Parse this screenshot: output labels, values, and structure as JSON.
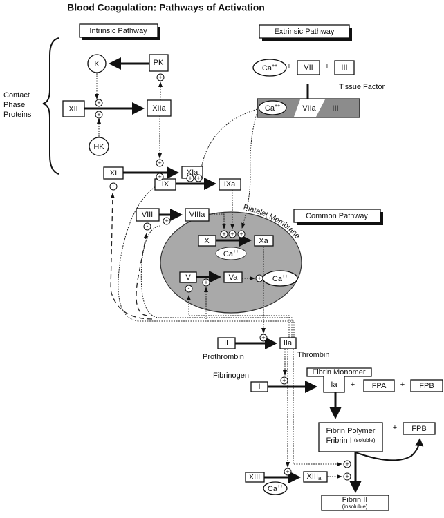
{
  "title": "Blood Coagulation: Pathways of Activation",
  "sections": {
    "intrinsic": "Intrinsic Pathway",
    "extrinsic": "Extrinsic Pathway",
    "common": "Common Pathway"
  },
  "contact_phase": [
    "Contact",
    "Phase",
    "Proteins"
  ],
  "factors": {
    "K": "K",
    "PK": "PK",
    "XII": "XII",
    "XIIa": "XIIa",
    "HK": "HK",
    "XI": "XI",
    "XIa": "XIa",
    "IX": "IX",
    "IXa": "IXa",
    "VIII": "VIII",
    "VIIIa": "VIIIa",
    "X": "X",
    "Xa": "Xa",
    "V": "V",
    "Va": "Va",
    "II": "II",
    "IIa": "IIa",
    "VII": "VII",
    "III": "III",
    "VIIa": "VIIa",
    "I": "I",
    "Ia": "Ia",
    "FPA": "FPA",
    "FPB": "FPB",
    "XIII": "XIII",
    "XIIIa_base": "XIII",
    "XIIIa_sub": "a"
  },
  "calcium": {
    "base": "Ca",
    "sup": "++"
  },
  "labels": {
    "tissue_factor": "Tissue Factor",
    "platelet_membrane": "Platelet Membrane",
    "prothrombin": "Prothrombin",
    "thrombin": "Thrombin",
    "fibrinogen": "Fibrinogen",
    "fibrin_monomer": "Fibrin Monomer",
    "fibrin_polymer": "Fibrin Polymer",
    "fibrin_I": "Fribrin I",
    "soluble": "(soluble)",
    "fibrin_II": "Fibrin II",
    "insoluble": "(insoluble)"
  },
  "symbols": {
    "plus": "+",
    "minus": "-"
  },
  "colors": {
    "membrane": "#a9a9a9",
    "complex": "#8c8c8c",
    "ink": "#111111"
  }
}
